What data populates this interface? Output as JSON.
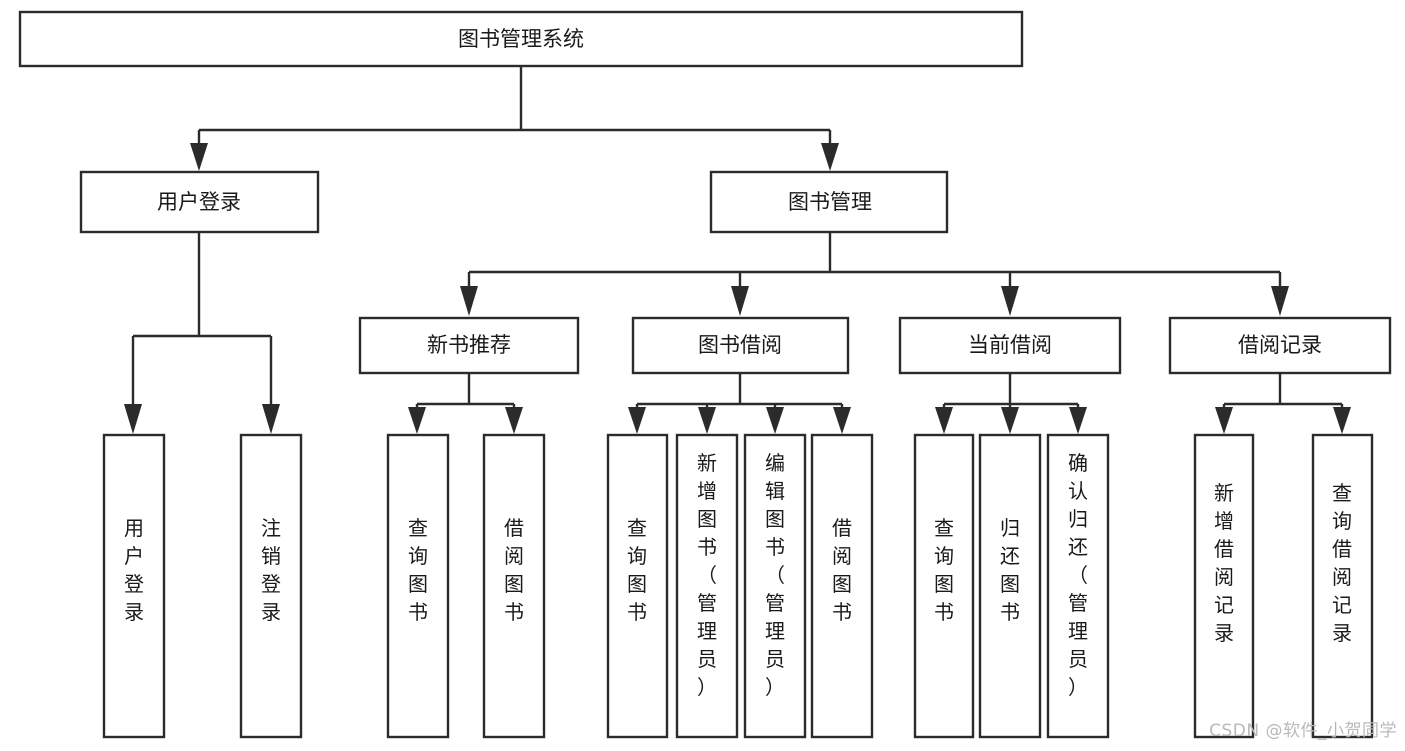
{
  "diagram": {
    "type": "tree",
    "title": "图书管理系统",
    "watermark": "CSDN @软件_小贺同学",
    "colors": {
      "box_stroke": "#2b2b2b",
      "box_fill": "#ffffff",
      "text": "#1a1a1a",
      "background": "#ffffff",
      "watermark": "#b9b9b9"
    },
    "levels": {
      "root": {
        "label": "图书管理系统"
      },
      "level2": [
        {
          "label": "用户登录"
        },
        {
          "label": "图书管理"
        }
      ],
      "level3": [
        {
          "label": "新书推荐"
        },
        {
          "label": "图书借阅"
        },
        {
          "label": "当前借阅"
        },
        {
          "label": "借阅记录"
        }
      ],
      "leaves": [
        {
          "label": "用户登录",
          "parent": "用户登录"
        },
        {
          "label": "注销登录",
          "parent": "用户登录"
        },
        {
          "label": "查询图书",
          "parent": "新书推荐"
        },
        {
          "label": "借阅图书",
          "parent": "新书推荐"
        },
        {
          "label": "查询图书",
          "parent": "图书借阅"
        },
        {
          "label": "新增图书（管理员）",
          "parent": "图书借阅"
        },
        {
          "label": "编辑图书（管理员）",
          "parent": "图书借阅"
        },
        {
          "label": "借阅图书",
          "parent": "图书借阅"
        },
        {
          "label": "查询图书",
          "parent": "当前借阅"
        },
        {
          "label": "归还图书",
          "parent": "当前借阅"
        },
        {
          "label": "确认归还（管理员）",
          "parent": "当前借阅"
        },
        {
          "label": "新增借阅记录",
          "parent": "借阅记录"
        },
        {
          "label": "查询借阅记录",
          "parent": "借阅记录"
        }
      ]
    }
  }
}
